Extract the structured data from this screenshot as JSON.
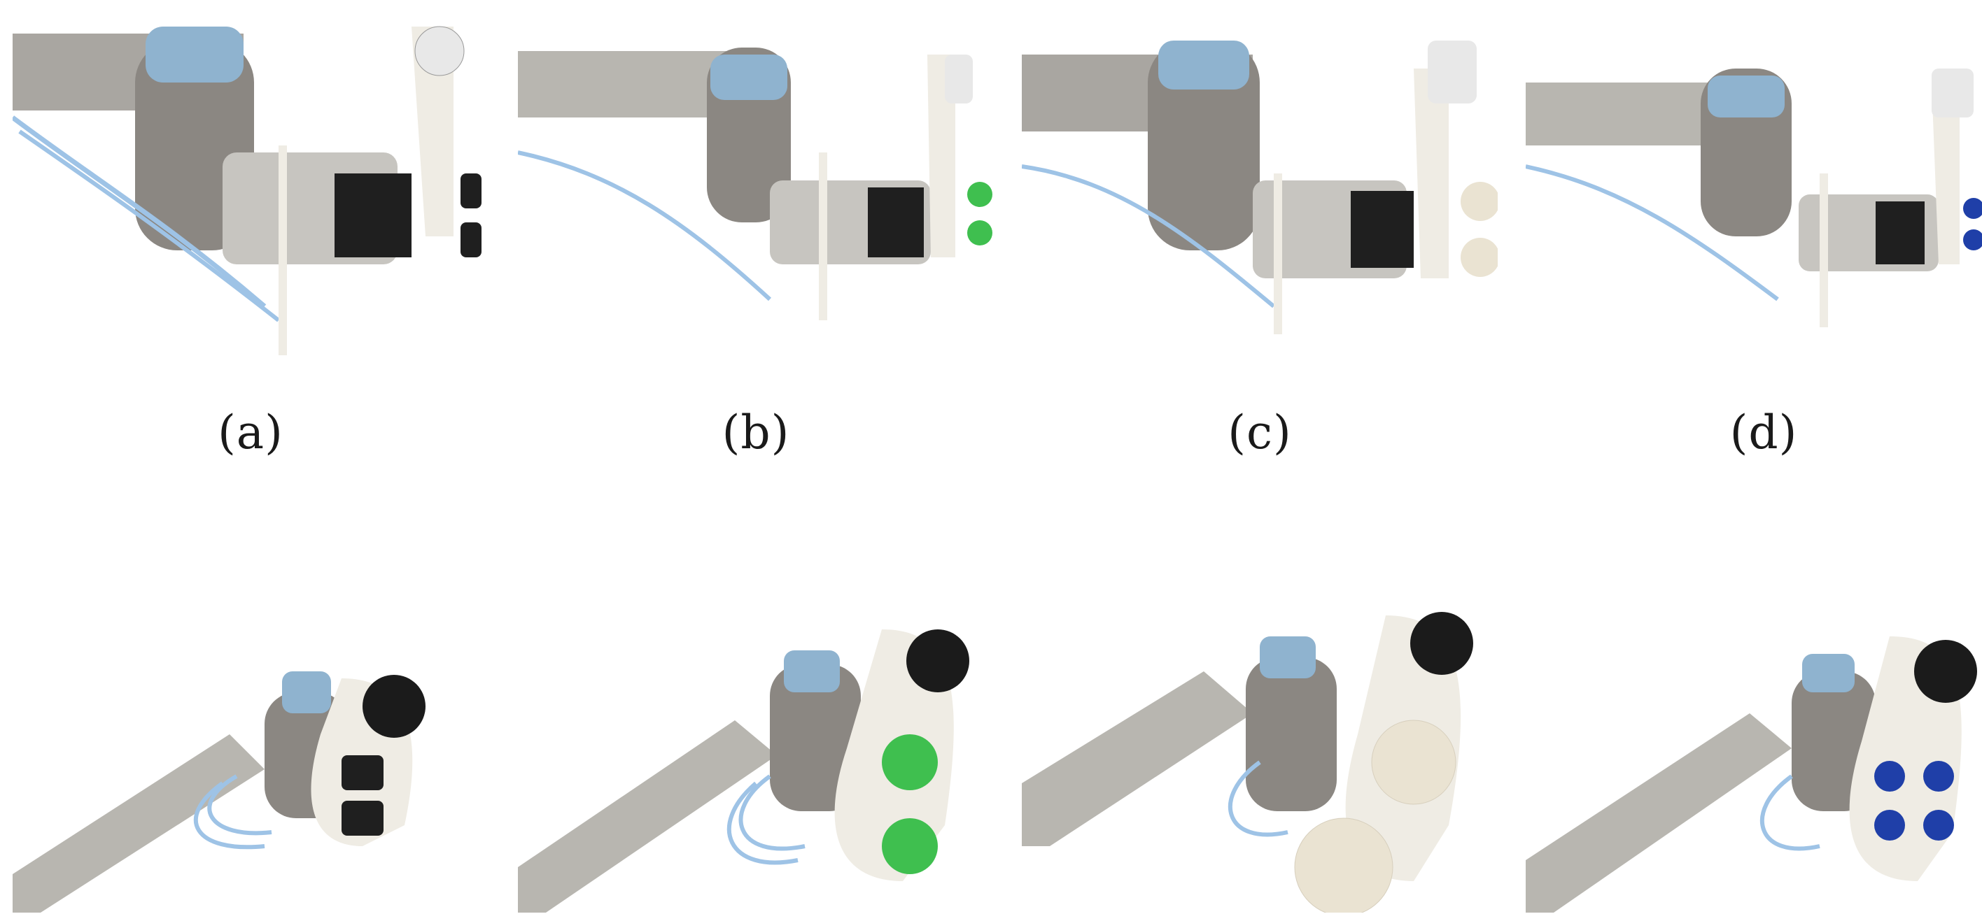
{
  "figure": {
    "captions": [
      "(a)",
      "(b)",
      "(c)",
      "(d)"
    ],
    "panels": [
      {
        "gripper_color": "#1f1f1f",
        "cup_style": "black-bellows"
      },
      {
        "gripper_color": "#3fbf4f",
        "cup_style": "green-bellows"
      },
      {
        "gripper_color": "#eae3d2",
        "cup_style": "large-flat"
      },
      {
        "gripper_color": "#1f3fa8",
        "cup_style": "blue-quad"
      }
    ],
    "colors": {
      "arm_silver": "#b8b6b0",
      "arm_gray": "#8b8782",
      "ur_blue": "#8fb3cf",
      "bracket_white": "#efece4",
      "tube_blue": "#9ec3e6"
    }
  }
}
